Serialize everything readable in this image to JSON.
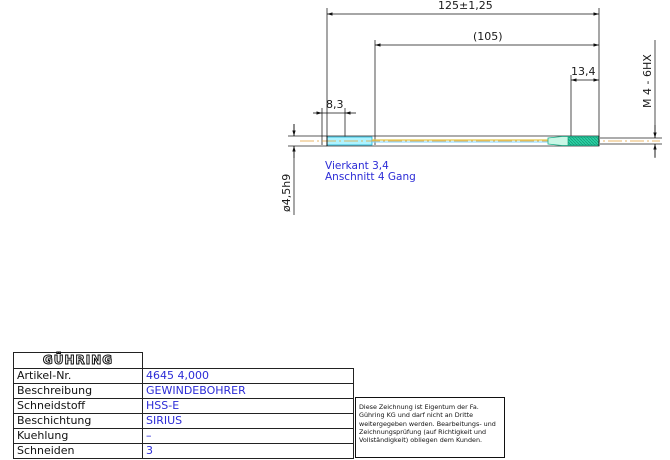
{
  "drawing": {
    "dimensions": {
      "overall_length": "125±1,25",
      "shank_length": "(105)",
      "thread_length": "13,4",
      "square_length": "8,3",
      "thread_size": "M 4 - 6HX",
      "shank_diameter": "ø4,5h9"
    },
    "notes": {
      "line1": "Vierkant 3,4",
      "line2": "Anschnitt 4 Gang"
    }
  },
  "title_block": {
    "logo": "GÜHRING",
    "rows": [
      {
        "label": "Artikel-Nr.",
        "value": "4645 4,000"
      },
      {
        "label": "Beschreibung",
        "value": "GEWINDEBOHRER"
      },
      {
        "label": "Schneidstoff",
        "value": "HSS-E"
      },
      {
        "label": "Beschichtung",
        "value": "SIRIUS"
      },
      {
        "label": "Kuehlung",
        "value": "–"
      },
      {
        "label": "Schneiden",
        "value": "3"
      }
    ]
  },
  "notice": {
    "text": "Diese Zeichnung ist Eigentum der Fa. Gühring KG und darf nicht an Dritte weitergegeben werden. Bearbeitungs- und Zeichnungsprüfung (auf Richtigkeit und Vollständigkeit) obliegen dem Kunden."
  }
}
